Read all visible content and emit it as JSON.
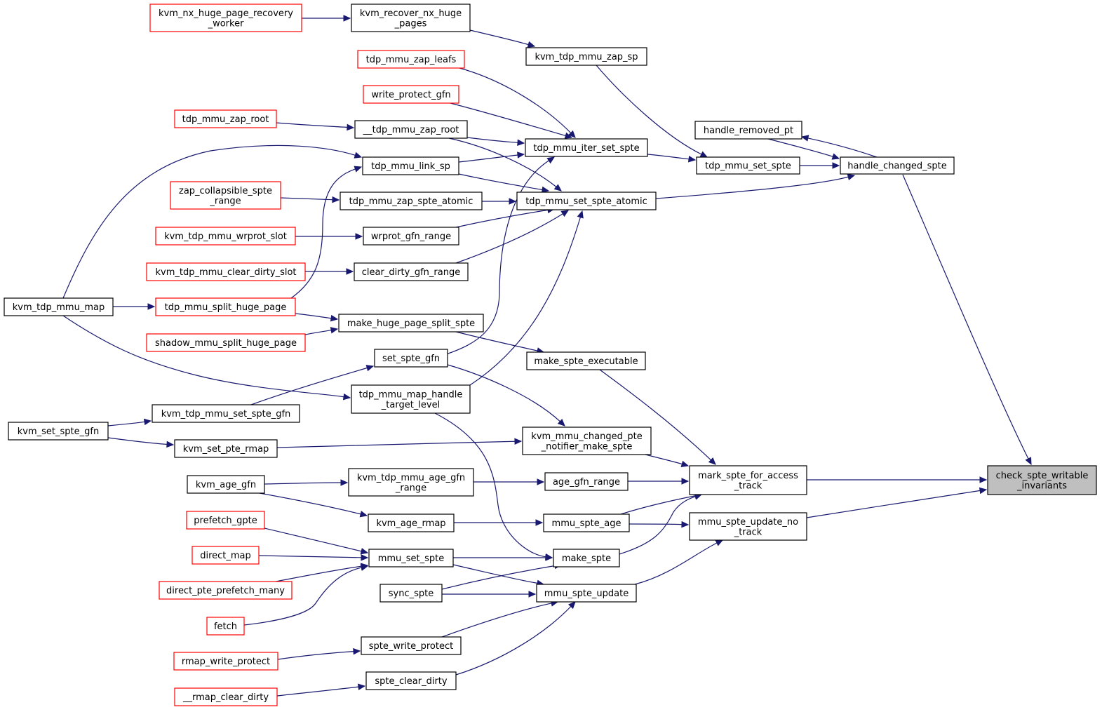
{
  "colors": {
    "edge": "#191970",
    "normal_border": "#000000",
    "truncated_border": "#ff0000",
    "focus_fill": "#bfbfbf"
  },
  "nodes": [
    {
      "id": "check_spte_writable_invariants",
      "lines": [
        "check_spte_writable",
        "_invariants"
      ],
      "style": "focus"
    },
    {
      "id": "handle_changed_spte",
      "lines": [
        "handle_changed_spte"
      ],
      "style": "normal"
    },
    {
      "id": "mark_spte_for_access_track",
      "lines": [
        "mark_spte_for_access",
        "_track"
      ],
      "style": "normal"
    },
    {
      "id": "mmu_spte_update_no_track",
      "lines": [
        "mmu_spte_update_no",
        "_track"
      ],
      "style": "normal"
    },
    {
      "id": "handle_removed_pt",
      "lines": [
        "handle_removed_pt"
      ],
      "style": "normal"
    },
    {
      "id": "tdp_mmu_set_spte",
      "lines": [
        "tdp_mmu_set_spte"
      ],
      "style": "normal"
    },
    {
      "id": "tdp_mmu_set_spte_atomic",
      "lines": [
        "tdp_mmu_set_spte_atomic"
      ],
      "style": "normal"
    },
    {
      "id": "kvm_tdp_mmu_zap_sp",
      "lines": [
        "kvm_tdp_mmu_zap_sp"
      ],
      "style": "normal"
    },
    {
      "id": "tdp_mmu_iter_set_spte",
      "lines": [
        "tdp_mmu_iter_set_spte"
      ],
      "style": "normal"
    },
    {
      "id": "kvm_recover_nx_huge_pages",
      "lines": [
        "kvm_recover_nx_huge",
        "_pages"
      ],
      "style": "normal"
    },
    {
      "id": "kvm_nx_huge_page_recovery_worker",
      "lines": [
        "kvm_nx_huge_page_recovery",
        "_worker"
      ],
      "style": "truncated"
    },
    {
      "id": "tdp_mmu_zap_leafs",
      "lines": [
        "tdp_mmu_zap_leafs"
      ],
      "style": "truncated"
    },
    {
      "id": "write_protect_gfn",
      "lines": [
        "write_protect_gfn"
      ],
      "style": "truncated"
    },
    {
      "id": "__tdp_mmu_zap_root",
      "lines": [
        "__tdp_mmu_zap_root"
      ],
      "style": "normal"
    },
    {
      "id": "tdp_mmu_zap_root",
      "lines": [
        "tdp_mmu_zap_root"
      ],
      "style": "truncated"
    },
    {
      "id": "tdp_mmu_link_sp",
      "lines": [
        "tdp_mmu_link_sp"
      ],
      "style": "normal"
    },
    {
      "id": "tdp_mmu_zap_spte_atomic",
      "lines": [
        "tdp_mmu_zap_spte_atomic"
      ],
      "style": "normal"
    },
    {
      "id": "zap_collapsible_spte_range",
      "lines": [
        "zap_collapsible_spte",
        "_range"
      ],
      "style": "truncated"
    },
    {
      "id": "wrprot_gfn_range",
      "lines": [
        "wrprot_gfn_range"
      ],
      "style": "normal"
    },
    {
      "id": "kvm_tdp_mmu_wrprot_slot",
      "lines": [
        "kvm_tdp_mmu_wrprot_slot"
      ],
      "style": "truncated"
    },
    {
      "id": "clear_dirty_gfn_range",
      "lines": [
        "clear_dirty_gfn_range"
      ],
      "style": "normal"
    },
    {
      "id": "kvm_tdp_mmu_clear_dirty_slot",
      "lines": [
        "kvm_tdp_mmu_clear_dirty_slot"
      ],
      "style": "truncated"
    },
    {
      "id": "kvm_tdp_mmu_map",
      "lines": [
        "kvm_tdp_mmu_map"
      ],
      "style": "normal"
    },
    {
      "id": "tdp_mmu_split_huge_page",
      "lines": [
        "tdp_mmu_split_huge_page"
      ],
      "style": "truncated"
    },
    {
      "id": "make_huge_page_split_spte",
      "lines": [
        "make_huge_page_split_spte"
      ],
      "style": "normal"
    },
    {
      "id": "shadow_mmu_split_huge_page",
      "lines": [
        "shadow_mmu_split_huge_page"
      ],
      "style": "truncated"
    },
    {
      "id": "set_spte_gfn",
      "lines": [
        "set_spte_gfn"
      ],
      "style": "normal"
    },
    {
      "id": "make_spte_executable",
      "lines": [
        "make_spte_executable"
      ],
      "style": "normal"
    },
    {
      "id": "tdp_mmu_map_handle_target_level",
      "lines": [
        "tdp_mmu_map_handle",
        "_target_level"
      ],
      "style": "normal"
    },
    {
      "id": "kvm_tdp_mmu_set_spte_gfn",
      "lines": [
        "kvm_tdp_mmu_set_spte_gfn"
      ],
      "style": "normal"
    },
    {
      "id": "kvm_set_spte_gfn",
      "lines": [
        "kvm_set_spte_gfn"
      ],
      "style": "normal"
    },
    {
      "id": "kvm_mmu_changed_pte_notifier_make_spte",
      "lines": [
        "kvm_mmu_changed_pte",
        "_notifier_make_spte"
      ],
      "style": "normal"
    },
    {
      "id": "kvm_set_pte_rmap",
      "lines": [
        "kvm_set_pte_rmap"
      ],
      "style": "normal"
    },
    {
      "id": "age_gfn_range",
      "lines": [
        "age_gfn_range"
      ],
      "style": "normal"
    },
    {
      "id": "kvm_tdp_mmu_age_gfn_range",
      "lines": [
        "kvm_tdp_mmu_age_gfn",
        "_range"
      ],
      "style": "normal"
    },
    {
      "id": "kvm_age_gfn",
      "lines": [
        "kvm_age_gfn"
      ],
      "style": "normal"
    },
    {
      "id": "mmu_spte_age",
      "lines": [
        "mmu_spte_age"
      ],
      "style": "normal"
    },
    {
      "id": "kvm_age_rmap",
      "lines": [
        "kvm_age_rmap"
      ],
      "style": "normal"
    },
    {
      "id": "prefetch_gpte",
      "lines": [
        "prefetch_gpte"
      ],
      "style": "truncated"
    },
    {
      "id": "make_spte",
      "lines": [
        "make_spte"
      ],
      "style": "normal"
    },
    {
      "id": "mmu_set_spte",
      "lines": [
        "mmu_set_spte"
      ],
      "style": "normal"
    },
    {
      "id": "direct_map",
      "lines": [
        "direct_map"
      ],
      "style": "truncated"
    },
    {
      "id": "direct_pte_prefetch_many",
      "lines": [
        "direct_pte_prefetch_many"
      ],
      "style": "truncated"
    },
    {
      "id": "fetch",
      "lines": [
        "fetch"
      ],
      "style": "truncated"
    },
    {
      "id": "mmu_spte_update",
      "lines": [
        "mmu_spte_update"
      ],
      "style": "normal"
    },
    {
      "id": "sync_spte",
      "lines": [
        "sync_spte"
      ],
      "style": "normal"
    },
    {
      "id": "spte_write_protect",
      "lines": [
        "spte_write_protect"
      ],
      "style": "normal"
    },
    {
      "id": "rmap_write_protect",
      "lines": [
        "rmap_write_protect"
      ],
      "style": "truncated"
    },
    {
      "id": "spte_clear_dirty",
      "lines": [
        "spte_clear_dirty"
      ],
      "style": "normal"
    },
    {
      "id": "__rmap_clear_dirty",
      "lines": [
        "__rmap_clear_dirty"
      ],
      "style": "truncated"
    }
  ],
  "edges": [
    {
      "from": "handle_changed_spte",
      "to": "check_spte_writable_invariants"
    },
    {
      "from": "mark_spte_for_access_track",
      "to": "check_spte_writable_invariants"
    },
    {
      "from": "mmu_spte_update_no_track",
      "to": "check_spte_writable_invariants"
    },
    {
      "from": "handle_changed_spte",
      "to": "handle_removed_pt"
    },
    {
      "from": "handle_removed_pt",
      "to": "handle_changed_spte"
    },
    {
      "from": "tdp_mmu_set_spte",
      "to": "handle_changed_spte"
    },
    {
      "from": "tdp_mmu_set_spte_atomic",
      "to": "handle_changed_spte"
    },
    {
      "from": "kvm_tdp_mmu_zap_sp",
      "to": "tdp_mmu_set_spte"
    },
    {
      "from": "tdp_mmu_iter_set_spte",
      "to": "tdp_mmu_set_spte"
    },
    {
      "from": "kvm_recover_nx_huge_pages",
      "to": "kvm_tdp_mmu_zap_sp"
    },
    {
      "from": "kvm_nx_huge_page_recovery_worker",
      "to": "kvm_recover_nx_huge_pages"
    },
    {
      "from": "tdp_mmu_zap_leafs",
      "to": "tdp_mmu_iter_set_spte"
    },
    {
      "from": "write_protect_gfn",
      "to": "tdp_mmu_iter_set_spte"
    },
    {
      "from": "__tdp_mmu_zap_root",
      "to": "tdp_mmu_iter_set_spte"
    },
    {
      "from": "tdp_mmu_link_sp",
      "to": "tdp_mmu_iter_set_spte"
    },
    {
      "from": "set_spte_gfn",
      "to": "tdp_mmu_iter_set_spte"
    },
    {
      "from": "tdp_mmu_zap_root",
      "to": "__tdp_mmu_zap_root"
    },
    {
      "from": "__tdp_mmu_zap_root",
      "to": "tdp_mmu_set_spte_atomic"
    },
    {
      "from": "tdp_mmu_link_sp",
      "to": "tdp_mmu_set_spte_atomic"
    },
    {
      "from": "tdp_mmu_zap_spte_atomic",
      "to": "tdp_mmu_set_spte_atomic"
    },
    {
      "from": "wrprot_gfn_range",
      "to": "tdp_mmu_set_spte_atomic"
    },
    {
      "from": "clear_dirty_gfn_range",
      "to": "tdp_mmu_set_spte_atomic"
    },
    {
      "from": "tdp_mmu_map_handle_target_level",
      "to": "tdp_mmu_set_spte_atomic"
    },
    {
      "from": "kvm_tdp_mmu_map",
      "to": "tdp_mmu_link_sp"
    },
    {
      "from": "tdp_mmu_split_huge_page",
      "to": "tdp_mmu_link_sp"
    },
    {
      "from": "zap_collapsible_spte_range",
      "to": "tdp_mmu_zap_spte_atomic"
    },
    {
      "from": "kvm_tdp_mmu_wrprot_slot",
      "to": "wrprot_gfn_range"
    },
    {
      "from": "kvm_tdp_mmu_clear_dirty_slot",
      "to": "clear_dirty_gfn_range"
    },
    {
      "from": "kvm_tdp_mmu_map",
      "to": "tdp_mmu_split_huge_page"
    },
    {
      "from": "kvm_tdp_mmu_map",
      "to": "tdp_mmu_map_handle_target_level"
    },
    {
      "from": "tdp_mmu_split_huge_page",
      "to": "make_huge_page_split_spte"
    },
    {
      "from": "shadow_mmu_split_huge_page",
      "to": "make_huge_page_split_spte"
    },
    {
      "from": "make_huge_page_split_spte",
      "to": "make_spte_executable"
    },
    {
      "from": "make_spte_executable",
      "to": "mark_spte_for_access_track"
    },
    {
      "from": "kvm_tdp_mmu_set_spte_gfn",
      "to": "set_spte_gfn"
    },
    {
      "from": "set_spte_gfn",
      "to": "kvm_mmu_changed_pte_notifier_make_spte"
    },
    {
      "from": "kvm_set_spte_gfn",
      "to": "kvm_tdp_mmu_set_spte_gfn"
    },
    {
      "from": "kvm_set_spte_gfn",
      "to": "kvm_set_pte_rmap"
    },
    {
      "from": "kvm_set_pte_rmap",
      "to": "kvm_mmu_changed_pte_notifier_make_spte"
    },
    {
      "from": "kvm_mmu_changed_pte_notifier_make_spte",
      "to": "mark_spte_for_access_track"
    },
    {
      "from": "age_gfn_range",
      "to": "mark_spte_for_access_track"
    },
    {
      "from": "mmu_spte_age",
      "to": "mark_spte_for_access_track"
    },
    {
      "from": "make_spte",
      "to": "mark_spte_for_access_track"
    },
    {
      "from": "kvm_tdp_mmu_age_gfn_range",
      "to": "age_gfn_range"
    },
    {
      "from": "kvm_age_gfn",
      "to": "kvm_tdp_mmu_age_gfn_range"
    },
    {
      "from": "kvm_age_gfn",
      "to": "kvm_age_rmap"
    },
    {
      "from": "kvm_age_rmap",
      "to": "mmu_spte_age"
    },
    {
      "from": "mmu_spte_age",
      "to": "mmu_spte_update_no_track"
    },
    {
      "from": "mmu_spte_update",
      "to": "mmu_spte_update_no_track"
    },
    {
      "from": "tdp_mmu_map_handle_target_level",
      "to": "make_spte"
    },
    {
      "from": "mmu_set_spte",
      "to": "make_spte"
    },
    {
      "from": "sync_spte",
      "to": "make_spte"
    },
    {
      "from": "prefetch_gpte",
      "to": "mmu_set_spte"
    },
    {
      "from": "direct_map",
      "to": "mmu_set_spte"
    },
    {
      "from": "direct_pte_prefetch_many",
      "to": "mmu_set_spte"
    },
    {
      "from": "fetch",
      "to": "mmu_set_spte"
    },
    {
      "from": "mmu_set_spte",
      "to": "mmu_spte_update"
    },
    {
      "from": "sync_spte",
      "to": "mmu_spte_update"
    },
    {
      "from": "spte_write_protect",
      "to": "mmu_spte_update"
    },
    {
      "from": "spte_clear_dirty",
      "to": "mmu_spte_update"
    },
    {
      "from": "rmap_write_protect",
      "to": "spte_write_protect"
    },
    {
      "from": "__rmap_clear_dirty",
      "to": "spte_clear_dirty"
    }
  ]
}
